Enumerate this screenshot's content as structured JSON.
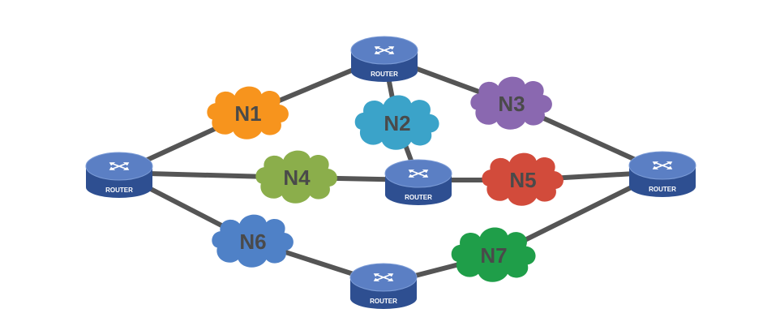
{
  "router_label": "ROUTER",
  "icons": {
    "router": "router-icon",
    "network": "cloud-icon"
  },
  "colors": {
    "link": "#555555",
    "router_top": "#5b7fc4",
    "router_side": "#2e4f91",
    "label_text": "#4a4a4a"
  },
  "routers": [
    {
      "id": "r-top"
    },
    {
      "id": "r-left"
    },
    {
      "id": "r-center"
    },
    {
      "id": "r-right"
    },
    {
      "id": "r-bottom"
    }
  ],
  "networks": [
    {
      "id": "n1",
      "label": "N1",
      "color": "#f7941d"
    },
    {
      "id": "n2",
      "label": "N2",
      "color": "#3ba3c9"
    },
    {
      "id": "n3",
      "label": "N3",
      "color": "#8a68b0"
    },
    {
      "id": "n4",
      "label": "N4",
      "color": "#8bae4b"
    },
    {
      "id": "n5",
      "label": "N5",
      "color": "#d24b3b"
    },
    {
      "id": "n6",
      "label": "N6",
      "color": "#4f81c7"
    },
    {
      "id": "n7",
      "label": "N7",
      "color": "#1f9e49"
    }
  ],
  "links": [
    [
      "r-left",
      "n1"
    ],
    [
      "n1",
      "r-top"
    ],
    [
      "r-top",
      "n2"
    ],
    [
      "n2",
      "r-center"
    ],
    [
      "r-top",
      "n3"
    ],
    [
      "n3",
      "r-right"
    ],
    [
      "r-left",
      "n4"
    ],
    [
      "n4",
      "r-center"
    ],
    [
      "r-center",
      "n5"
    ],
    [
      "n5",
      "r-right"
    ],
    [
      "r-left",
      "n6"
    ],
    [
      "n6",
      "r-bottom"
    ],
    [
      "r-bottom",
      "n7"
    ],
    [
      "n7",
      "r-right"
    ]
  ]
}
